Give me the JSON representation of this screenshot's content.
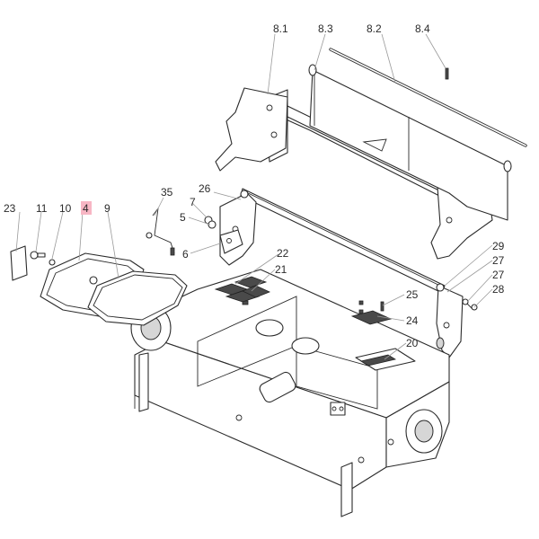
{
  "callouts": {
    "c8_1": "8.1",
    "c8_3": "8.3",
    "c8_2": "8.2",
    "c8_4": "8.4",
    "c35": "35",
    "c26": "26",
    "c23": "23",
    "c11": "11",
    "c10": "10",
    "c4": "4",
    "c9": "9",
    "c7": "7",
    "c5": "5",
    "c6": "6",
    "c22": "22",
    "c21": "21",
    "c29": "29",
    "c27a": "27",
    "c27b": "27",
    "c28": "28",
    "c25": "25",
    "c24": "24",
    "c20": "20"
  },
  "highlighted_callout": "4",
  "colors": {
    "line": "#2b2b2b",
    "highlight": "#f7b6c4",
    "shade": "#d6d6d6"
  }
}
